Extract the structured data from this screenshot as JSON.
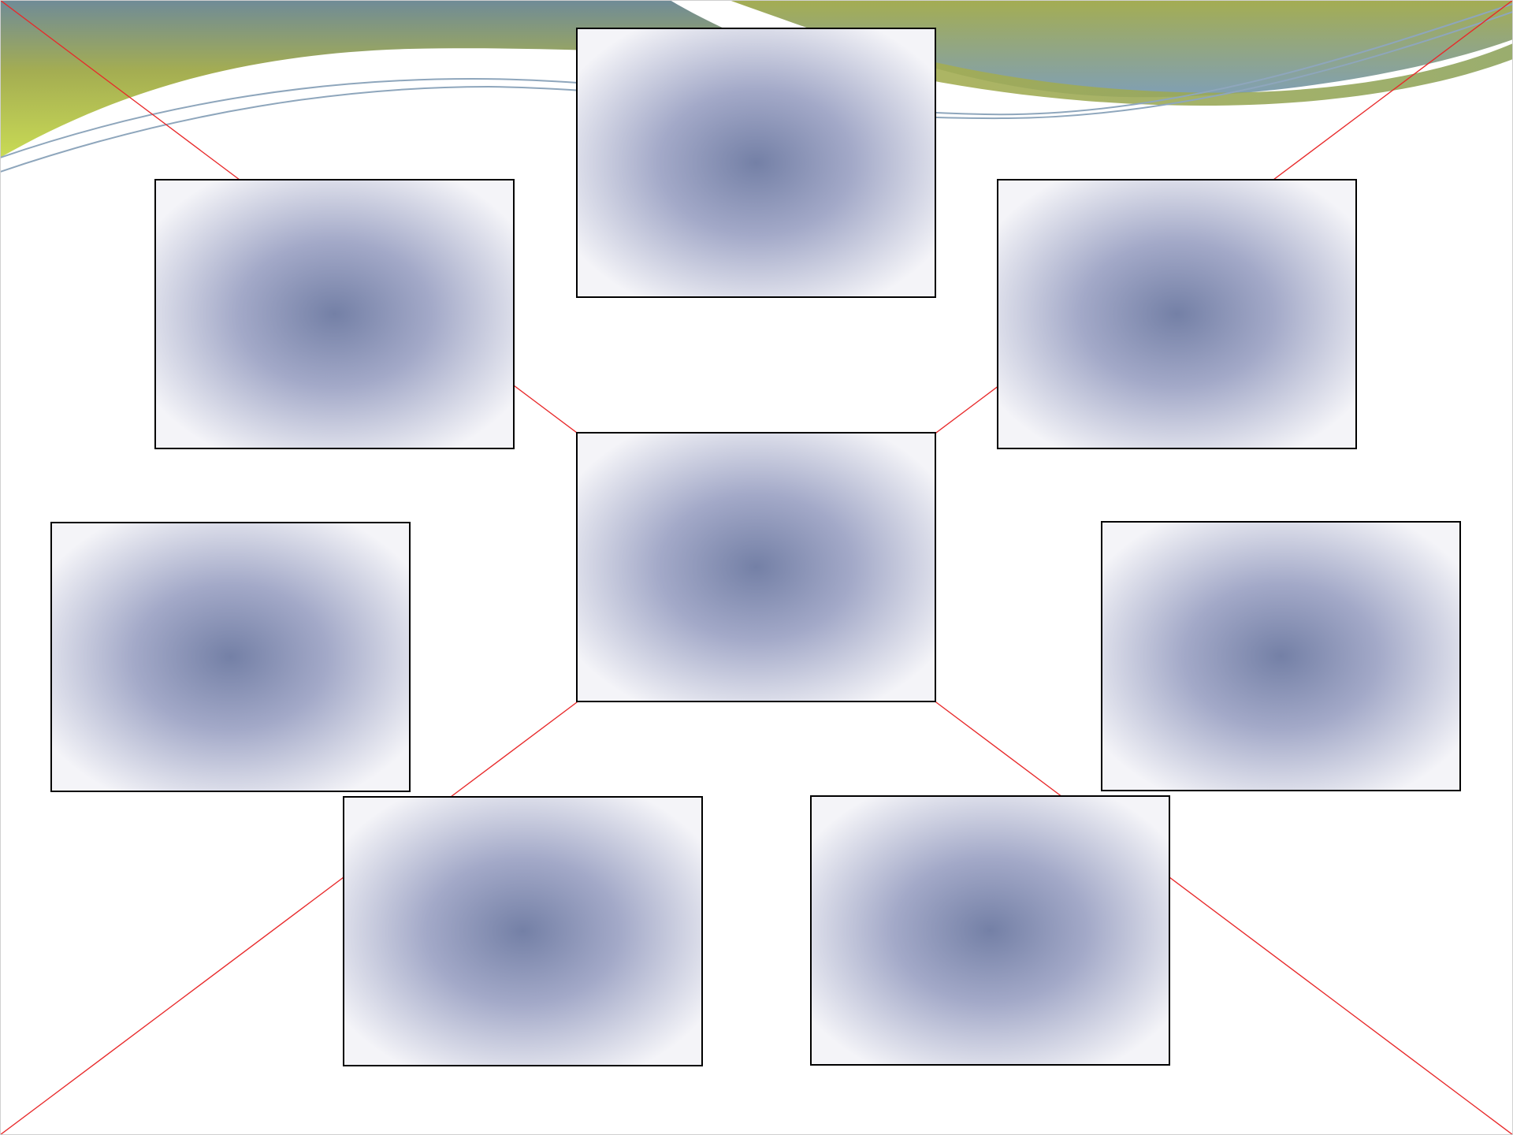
{
  "slide": {
    "colors": {
      "background": "#ffffff",
      "wave_green": "#a4ad52",
      "wave_lime": "#c9db55",
      "wave_slate": "#6f8b98",
      "wave_blue": "#7f9fb6",
      "wave_line": "#8ea6bc",
      "connector": "#e8292a",
      "placeholder_center": "#7480a6",
      "placeholder_edge": "#f4f4f8",
      "placeholder_border": "#000000"
    },
    "decoration": {
      "header_wave": "abstract-wave-graphic"
    },
    "placeholders": [
      {
        "name": "top-center",
        "icon": "picture-placeholder"
      },
      {
        "name": "upper-left",
        "icon": "picture-placeholder"
      },
      {
        "name": "upper-right",
        "icon": "picture-placeholder"
      },
      {
        "name": "center",
        "icon": "picture-placeholder"
      },
      {
        "name": "middle-left",
        "icon": "picture-placeholder"
      },
      {
        "name": "middle-right",
        "icon": "picture-placeholder"
      },
      {
        "name": "lower-left",
        "icon": "picture-placeholder"
      },
      {
        "name": "lower-right",
        "icon": "picture-placeholder"
      }
    ],
    "connectors": [
      {
        "name": "top-left-diagonal"
      },
      {
        "name": "top-right-diagonal"
      },
      {
        "name": "bottom-left-diagonal"
      },
      {
        "name": "bottom-right-diagonal"
      }
    ]
  }
}
